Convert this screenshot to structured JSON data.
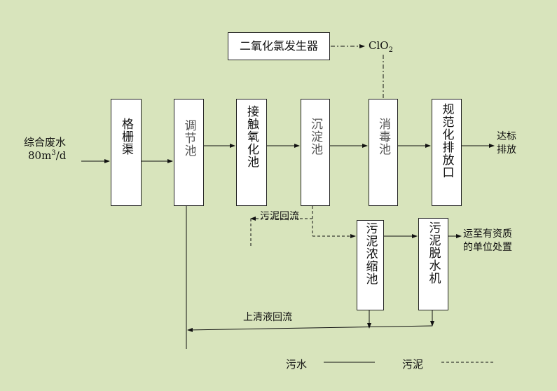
{
  "inflow": {
    "line1": "综合废水",
    "line2_prefix": "80m",
    "line2_sup": "3",
    "line2_suffix": "/d"
  },
  "units": {
    "screen": "格栅渠",
    "equalization": "调节池",
    "contact_oxidation": "接触氧化池",
    "sedimentation": "沉淀池",
    "disinfection": "消毒池",
    "outfall": "规范化排放口",
    "thickener": "污泥浓缩池",
    "dewatering": "污泥脱水机"
  },
  "generator": {
    "label": "二氧化氯发生器",
    "product_prefix": "ClO",
    "product_sub": "2"
  },
  "labels": {
    "discharge": "达标排放",
    "sludge_return": "污泥回流",
    "supernatant_return": "上清液回流",
    "disposal": "运至有资质的单位处置"
  },
  "legend": {
    "sewage": "污水",
    "sludge": "污泥"
  },
  "colors": {
    "background": "#d8e4bc",
    "box": "#ffffff",
    "line": "#111111"
  }
}
